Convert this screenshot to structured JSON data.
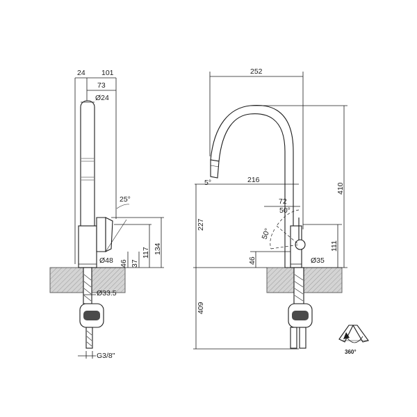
{
  "side_view": {
    "dims": {
      "offset": "24",
      "reach": "101",
      "spout": "73",
      "spout_dia": "Ø24",
      "lever_angle": "25°",
      "lever_height": "134",
      "body_height": "117",
      "base_dia": "Ø48",
      "base_small": "37",
      "base_height": "46",
      "shank_dia": "Ø33.5",
      "thread": "G3/8\""
    }
  },
  "front_view": {
    "dims": {
      "width": "252",
      "height": "410",
      "spout_reach": "216",
      "spout_angle": "5°",
      "lever_reach": "72",
      "lever_angle_top": "50°",
      "lever_angle_left": "50°",
      "above_counter": "227",
      "lever_height": "111",
      "base_height": "46",
      "base_dia": "Ø35",
      "below_counter": "409"
    }
  },
  "rotation": {
    "label": "360°"
  }
}
